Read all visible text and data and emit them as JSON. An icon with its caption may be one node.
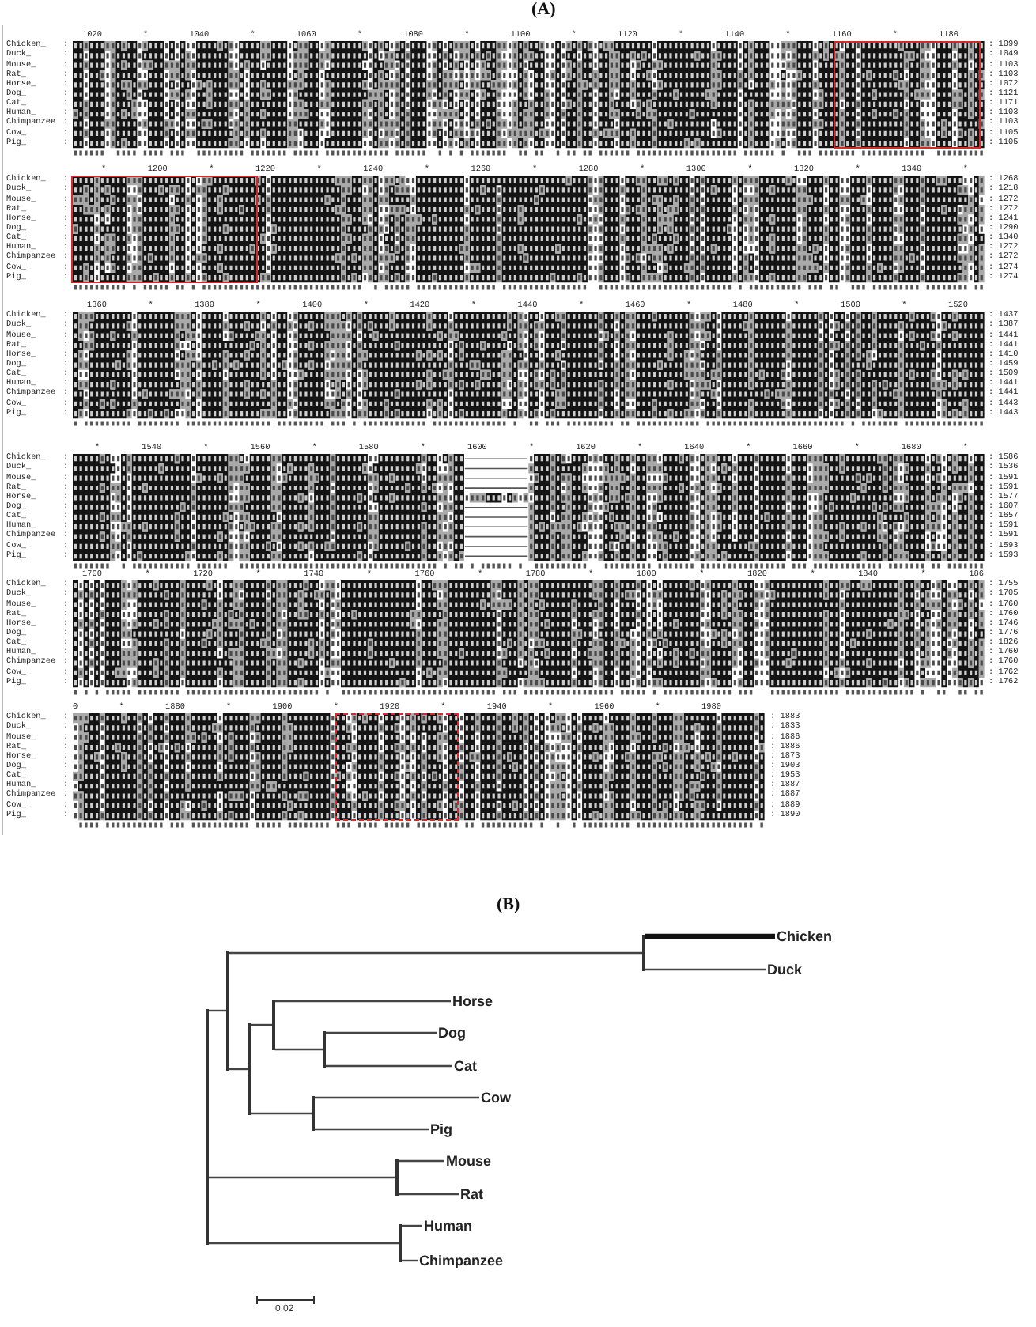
{
  "diagram": {
    "nodes": [
      {
        "text": [
          "Chicken"
        ]
      },
      {
        "text": [
          "Duck"
        ]
      },
      {
        "text": [
          "Horse"
        ]
      },
      {
        "text": [
          "Dog"
        ]
      },
      {
        "text": [
          "Cat"
        ]
      },
      {
        "text": [
          "Cow"
        ]
      },
      {
        "text": [
          "Pig"
        ]
      },
      {
        "text": [
          "Mouse"
        ]
      },
      {
        "text": [
          "Rat"
        ]
      },
      {
        "text": [
          "Human"
        ]
      },
      {
        "text": [
          "Chimpanzee"
        ]
      },
      {
        "text": [],
        "shape": "bar"
      },
      {
        "text": [],
        "shape": "bar"
      },
      {
        "text": [],
        "shape": "bar"
      },
      {
        "text": [],
        "shape": "bar"
      },
      {
        "text": [],
        "shape": "bar"
      },
      {
        "text": [],
        "shape": "bar"
      },
      {
        "text": [],
        "shape": "bar"
      },
      {
        "text": [],
        "shape": "bar"
      },
      {
        "text": [],
        "shape": "bar"
      }
    ],
    "edges": [
      {
        "from": 11,
        "to": 12,
        "arrow": "none"
      },
      {
        "from": 12,
        "to": 19,
        "arrow": "none"
      },
      {
        "from": 19,
        "to": 0,
        "arrow": "none",
        "style": "thick"
      },
      {
        "from": 19,
        "to": 1,
        "arrow": "none"
      },
      {
        "from": 12,
        "to": 13,
        "arrow": "none"
      },
      {
        "from": 13,
        "to": 14,
        "arrow": "none"
      },
      {
        "from": 14,
        "to": 2,
        "arrow": "none"
      },
      {
        "from": 14,
        "to": 16,
        "arrow": "none"
      },
      {
        "from": 16,
        "to": 3,
        "arrow": "none"
      },
      {
        "from": 16,
        "to": 4,
        "arrow": "none"
      },
      {
        "from": 13,
        "to": 15,
        "arrow": "none"
      },
      {
        "from": 15,
        "to": 5,
        "arrow": "none"
      },
      {
        "from": 15,
        "to": 6,
        "arrow": "none"
      },
      {
        "from": 11,
        "to": 17,
        "arrow": "none"
      },
      {
        "from": 17,
        "to": 7,
        "arrow": "none"
      },
      {
        "from": 17,
        "to": 8,
        "arrow": "none"
      },
      {
        "from": 11,
        "to": 18,
        "arrow": "none"
      },
      {
        "from": 18,
        "to": 9,
        "arrow": "none"
      },
      {
        "from": 18,
        "to": 10,
        "arrow": "none"
      }
    ],
    "labels": [
      "(A)",
      "1020 * 1040 * 1060 * 1080 * 1100 * 1120 * 1140 * 1160 * 1180",
      "Chicken_",
      ":",
      ": 1099",
      "Duck_",
      ":",
      ": 1049",
      "Mouse_",
      ":",
      ": 1103",
      "Rat_",
      ":",
      ": 1103",
      "Horse_",
      ":",
      ": 1072",
      "Dog_",
      ":",
      ": 1121",
      "Cat_",
      ":",
      ": 1171",
      "Human_",
      ":",
      ": 1103",
      "Chimpanzee",
      ":",
      ": 1103",
      "Cow_",
      ":",
      ": 1105",
      "Pig_",
      ":",
      ": 1105",
      "* 1200 * 1220 * 1240 * 1260 * 1280 * 1300 * 1320 * 1340 *",
      "Chicken_",
      ":",
      ": 1268",
      "Duck_",
      ":",
      ": 1218",
      "Mouse_",
      ":",
      ": 1272",
      "Rat_",
      ":",
      ": 1272",
      "Horse_",
      ":",
      ": 1241",
      "Dog_",
      ":",
      ": 1290",
      "Cat_",
      ":",
      ": 1340",
      "Human_",
      ":",
      ": 1272",
      "Chimpanzee",
      ":",
      ": 1272",
      "Cow_",
      ":",
      ": 1274",
      "Pig_",
      ":",
      ": 1274",
      "1360 * 1380 * 1400 * 1420 * 1440 * 1460 * 1480 * 1500 * 1520",
      "Chicken_",
      ":",
      ": 1437",
      "Duck_",
      ":",
      ": 1387",
      "Mouse_",
      ":",
      ": 1441",
      "Rat_",
      ":",
      ": 1441",
      "Horse_",
      ":",
      ": 1410",
      "Dog_",
      ":",
      ": 1459",
      "Cat_",
      ":",
      ": 1509",
      "Human_",
      ":",
      ": 1441",
      "Chimpanzee",
      ":",
      ": 1441",
      "Cow_",
      ":",
      ": 1443",
      "Pig_",
      ":",
      ": 1443",
      "* 1540 * 1560 * 1580 * 1600 * 1620 * 1640 * 1660 * 1680 *",
      "Chicken_",
      ":",
      ": 1586",
      "Duck_",
      ":",
      ": 1536",
      "Mouse_",
      ":",
      ": 1591",
      "Rat_",
      ":",
      ": 1591",
      "Horse_",
      ":",
      ": 1577",
      "Dog_",
      ":",
      ": 1607",
      "Cat_",
      ":",
      ": 1657",
      "Human_",
      ":",
      ": 1591",
      "Chimpanzee",
      ":",
      ": 1591",
      "Cow_",
      ":",
      ": 1593",
      "Pig_",
      ":",
      ": 1593",
      "1700 * 1720 * 1740 * 1760 * 1780 * 1800 * 1820 * 1840 * 186",
      "Chicken_",
      ":",
      ": 1755",
      "Duck_",
      ":",
      ": 1705",
      "Mouse_",
      ":",
      ": 1760",
      "Rat_",
      ":",
      ": 1760",
      "Horse_",
      ":",
      ": 1746",
      "Dog_",
      ":",
      ": 1776",
      "Cat_",
      ":",
      ": 1826",
      "Human_",
      ":",
      ": 1760",
      "Chimpanzee",
      ":",
      ": 1760",
      "Cow_",
      ":",
      ": 1762",
      "Pig_",
      ":",
      ": 1762",
      "0 * 1880 * 1900 * 1920 * 1940 * 1960 * 1980",
      "Chicken_",
      ":",
      ": 1883",
      "Duck_",
      ":",
      ": 1833",
      "Mouse_",
      ":",
      ": 1886",
      "Rat_",
      ":",
      ": 1886",
      "Horse_",
      ":",
      ": 1873",
      "Dog_",
      ":",
      ": 1903",
      "Cat_",
      ":",
      ": 1953",
      "Human_",
      ":",
      ": 1887",
      "Chimpanzee",
      ":",
      ": 1887",
      "Cow_",
      ":",
      ": 1889",
      "Pig_",
      ":",
      ": 1890",
      "(B)",
      "0.02"
    ]
  }
}
